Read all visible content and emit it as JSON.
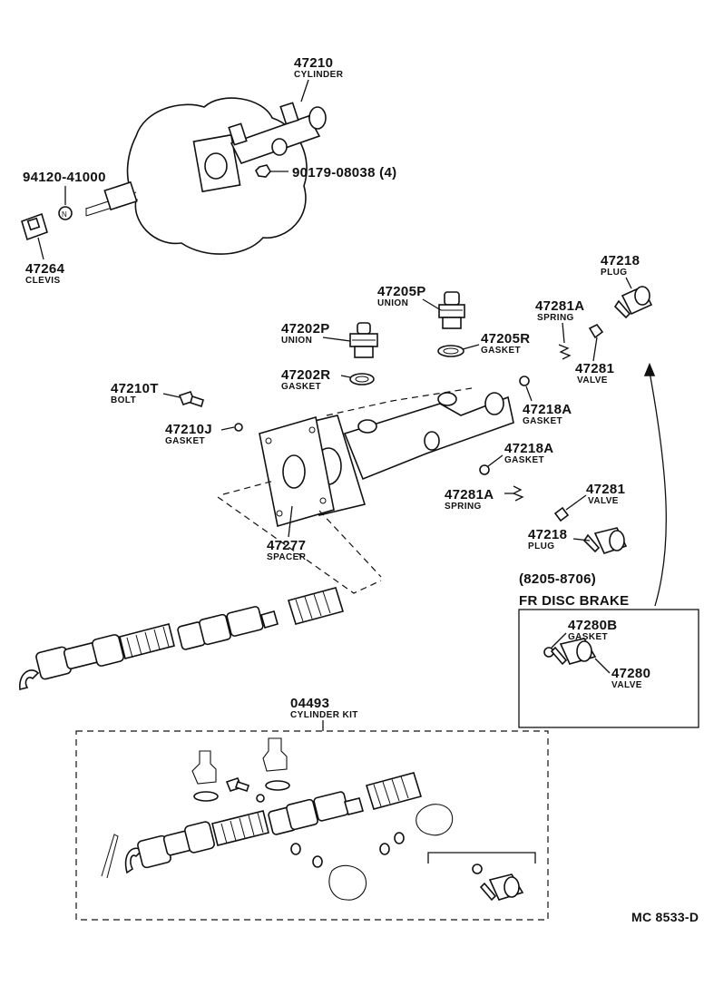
{
  "diagram": {
    "code": "MC 8533-D",
    "parts": {
      "cylinder_47210": {
        "number": "47210",
        "name": "CYLINDER"
      },
      "bolt_90179": {
        "number": "90179-08038 (4)"
      },
      "nut_94120": {
        "number": "94120-41000"
      },
      "clevis_47264": {
        "number": "47264",
        "name": "CLEVIS"
      },
      "union_47205P": {
        "number": "47205P",
        "name": "UNION"
      },
      "plug_47218_top": {
        "number": "47218",
        "name": "PLUG"
      },
      "spring_47281A_top": {
        "number": "47281A",
        "name": "SPRING"
      },
      "union_47202P": {
        "number": "47202P",
        "name": "UNION"
      },
      "gasket_47205R": {
        "number": "47205R",
        "name": "GASKET"
      },
      "valve_47281_top": {
        "number": "47281",
        "name": "VALVE"
      },
      "gasket_47202R": {
        "number": "47202R",
        "name": "GASKET"
      },
      "bolt_47210T": {
        "number": "47210T",
        "name": "BOLT"
      },
      "gasket_47218A_top": {
        "number": "47218A",
        "name": "GASKET"
      },
      "gasket_47210J": {
        "number": "47210J",
        "name": "GASKET"
      },
      "gasket_47218A_mid": {
        "number": "47218A",
        "name": "GASKET"
      },
      "spring_47281A_mid": {
        "number": "47281A",
        "name": "SPRING"
      },
      "valve_47281_mid": {
        "number": "47281",
        "name": "VALVE"
      },
      "plug_47218_mid": {
        "number": "47218",
        "name": "PLUG"
      },
      "spacer_47277": {
        "number": "47277",
        "name": "SPACER"
      },
      "gasket_47280B": {
        "number": "47280B",
        "name": "GASKET"
      },
      "valve_47280": {
        "number": "47280",
        "name": "VALVE"
      },
      "kit_04493": {
        "number": "04493",
        "name": "CYLINDER KIT"
      }
    },
    "notes": {
      "date_range": "(8205-8706)",
      "fr_disc_brake": "FR DISC BRAKE"
    }
  }
}
